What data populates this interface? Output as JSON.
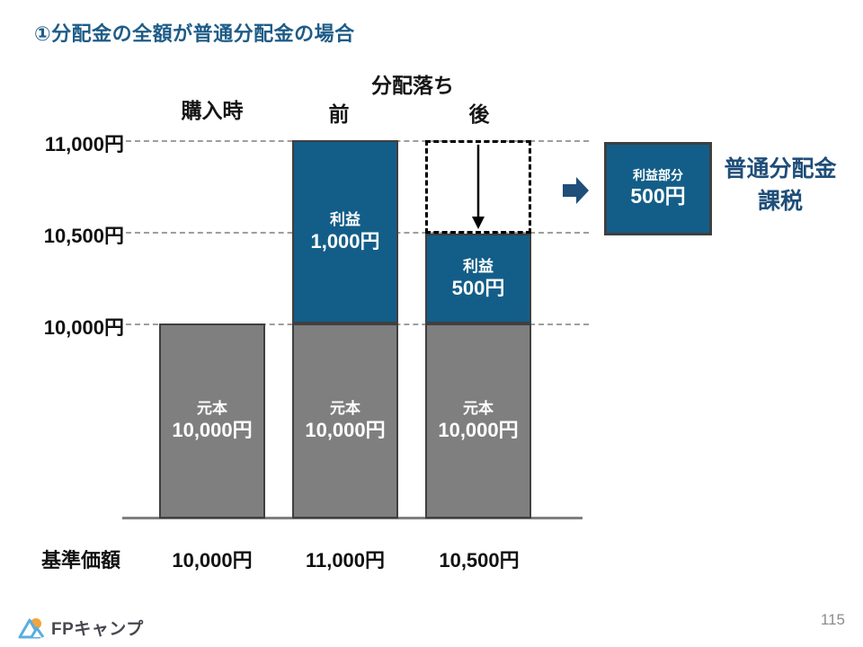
{
  "title": "①分配金の全額が普通分配金の場合",
  "chart_data": {
    "type": "bar",
    "group_header": "分配落ち",
    "y_axis_ticks": [
      "11,000円",
      "10,500円",
      "10,000円"
    ],
    "ylim": [
      10000,
      11000
    ],
    "x_axis_title": "基準価額",
    "grid": "dashed-horizontal",
    "columns": [
      {
        "label": "購入時",
        "nav": "10,000円",
        "segments": [
          {
            "name": "元本",
            "value": "10,000円",
            "amount": 10000,
            "color": "gray"
          }
        ]
      },
      {
        "label": "前",
        "nav": "11,000円",
        "segments": [
          {
            "name": "利益",
            "value": "1,000円",
            "amount": 1000,
            "color": "blue"
          },
          {
            "name": "元本",
            "value": "10,000円",
            "amount": 10000,
            "color": "gray"
          }
        ]
      },
      {
        "label": "後",
        "nav": "10,500円",
        "segments": [
          {
            "name": "利益",
            "value": "500円",
            "amount": 500,
            "color": "blue"
          },
          {
            "name": "元本",
            "value": "10,000円",
            "amount": 10000,
            "color": "gray"
          }
        ],
        "distribution_drop": {
          "amount": 500,
          "from": 11000,
          "to": 10500,
          "direction": "down"
        }
      }
    ]
  },
  "annotation": {
    "box_label": "利益部分",
    "box_value": "500円",
    "caption_line1": "普通分配金",
    "caption_line2": "課税"
  },
  "footer": {
    "logo_text": "FPキャンプ",
    "page_number": "115"
  },
  "colors": {
    "accent_blue": "#135E88",
    "navy": "#1F4E79",
    "bar_gray": "#7F7F7F",
    "bar_border": "#3F3F3F",
    "title_blue": "#1E5C87",
    "gridline_gray": "#9E9E9E",
    "sun_orange": "#F2A43E",
    "logo_blue": "#58AEE0"
  }
}
